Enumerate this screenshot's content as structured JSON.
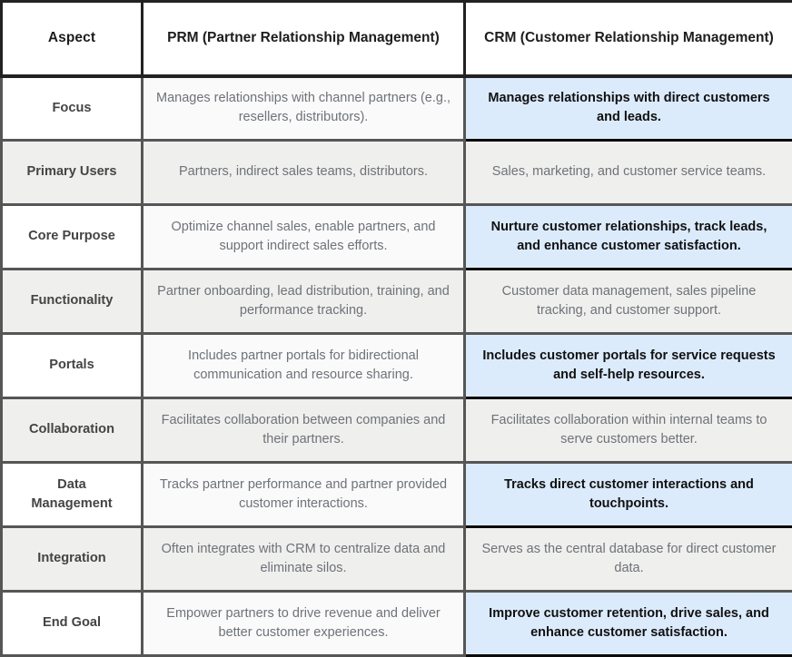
{
  "table": {
    "columns": [
      {
        "id": "aspect",
        "label": "Aspect"
      },
      {
        "id": "prm",
        "label": "PRM (Partner Relationship Management)"
      },
      {
        "id": "crm",
        "label": "CRM (Customer Relationship Management)"
      }
    ],
    "colors": {
      "highlight_background": "#dcebfc",
      "highlight_border": "#0a0a0a",
      "striped_row_background": "#efefed",
      "plain_row_background": "#ffffff",
      "body_text": "#6e7278",
      "aspect_text": "#444444",
      "header_text": "#1d1d1d",
      "grid_border": "#565656",
      "header_border": "#222222"
    },
    "rows": [
      {
        "aspect": "Focus",
        "prm": "Manages relationships with channel partners (e.g., resellers, distributors).",
        "crm": "Manages relationships with direct customers and leads.",
        "crm_highlighted": true
      },
      {
        "aspect": "Primary Users",
        "prm": "Partners, indirect sales teams, distributors.",
        "crm": "Sales, marketing, and customer service teams.",
        "crm_highlighted": false
      },
      {
        "aspect": "Core Purpose",
        "prm": "Optimize channel sales, enable partners, and support indirect sales efforts.",
        "crm": "Nurture customer relationships, track leads, and enhance customer satisfaction.",
        "crm_highlighted": true
      },
      {
        "aspect": "Functionality",
        "prm": "Partner onboarding, lead distribution, training, and performance tracking.",
        "crm": "Customer data management, sales pipeline tracking, and customer support.",
        "crm_highlighted": false
      },
      {
        "aspect": "Portals",
        "prm": "Includes partner portals for bidirectional communication and resource sharing.",
        "crm": "Includes customer portals for service requests and self-help resources.",
        "crm_highlighted": true
      },
      {
        "aspect": "Collaboration",
        "prm": "Facilitates collaboration between companies and their partners.",
        "crm": "Facilitates collaboration within internal teams to serve customers better.",
        "crm_highlighted": false
      },
      {
        "aspect": "Data Management",
        "prm": "Tracks partner performance and partner provided customer interactions.",
        "crm": "Tracks direct customer interactions and touchpoints.",
        "crm_highlighted": true
      },
      {
        "aspect": "Integration",
        "prm": "Often integrates with CRM to centralize data and eliminate silos.",
        "crm": "Serves as the central database for direct customer data.",
        "crm_highlighted": false
      },
      {
        "aspect": "End Goal",
        "prm": "Empower partners to drive revenue and deliver better customer experiences.",
        "crm": "Improve customer retention, drive sales, and enhance customer satisfaction.",
        "crm_highlighted": true
      }
    ]
  }
}
